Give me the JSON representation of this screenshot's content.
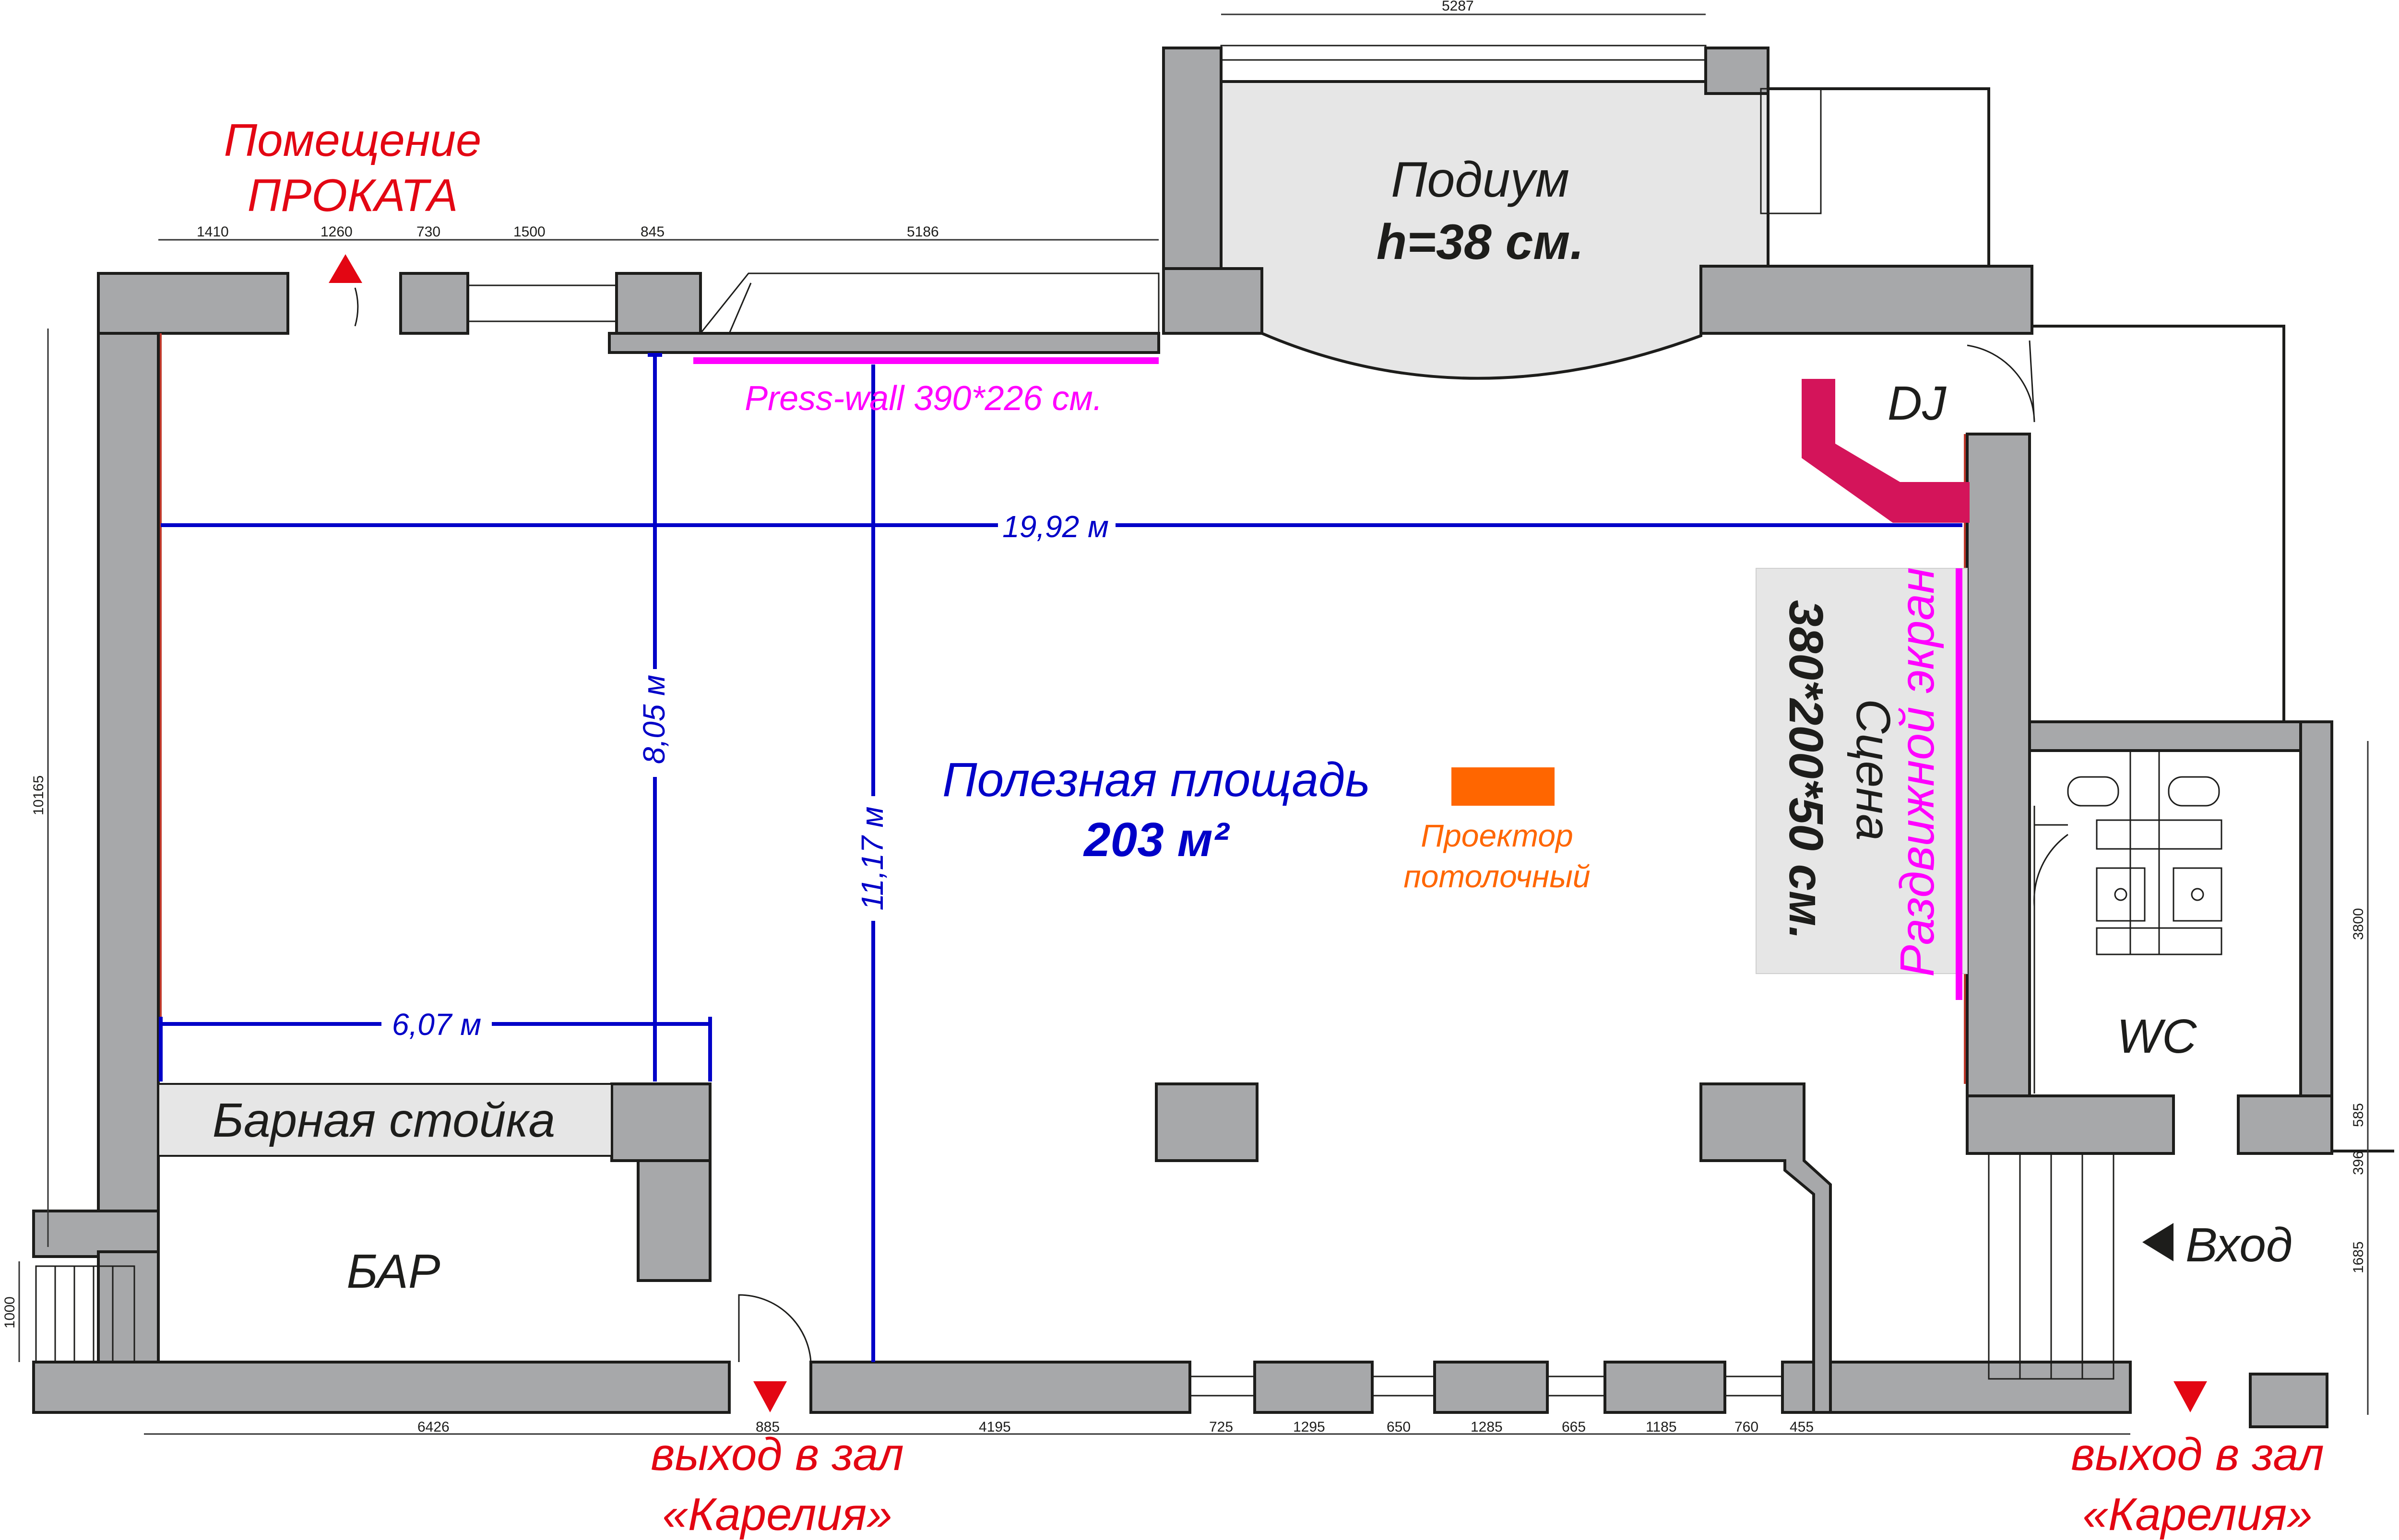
{
  "rental_room_label_line1": "Помещение",
  "rental_room_label_line2": "ПРОКАТА",
  "podium_label": "Подиум",
  "podium_height": "h=38 см.",
  "dj_label": "DJ",
  "press_wall_label": "Press-wall 390*226 см.",
  "width_dim": "19,92 м",
  "depth_dim_1": "8,05 м",
  "depth_dim_2": "11,17 м",
  "bar_dim": "6,07 м",
  "usable_area_label": "Полезная площадь",
  "usable_area_value": "203 м²",
  "projector_line1": "Проектор",
  "projector_line2": "потолочный",
  "stage_label": "Сцена",
  "stage_size": "380*200*50 см.",
  "screen_label": "Раздвижной экран",
  "wc_label": "WC",
  "bar_counter_label": "Барная стойка",
  "bar_label": "БАР",
  "entrance_label": "Вход",
  "exit_left_line1": "выход в зал",
  "exit_left_line2": "«Карелия»",
  "exit_right_line1": "выход в зал",
  "exit_right_line2": "«Карелия»",
  "dims_top": [
    "1410",
    "1260",
    "730",
    "1500",
    "845",
    "5186"
  ],
  "dim_podium": "5287",
  "dims_bottom": [
    "6426",
    "885",
    "4195",
    "725",
    "1295",
    "650",
    "1285",
    "665",
    "1185",
    "760",
    "455"
  ],
  "dim_left_height": "10165",
  "dim_left_small": "1000",
  "dims_right": [
    "3800",
    "585",
    "396",
    "1685"
  ],
  "colors": {
    "wall": "#a7a8aa",
    "dimension_blue": "#0000c8",
    "magenta": "#ff00ff",
    "projector": "#ff6600",
    "dj_booth": "#d4145a",
    "exit_red": "#e30613"
  }
}
